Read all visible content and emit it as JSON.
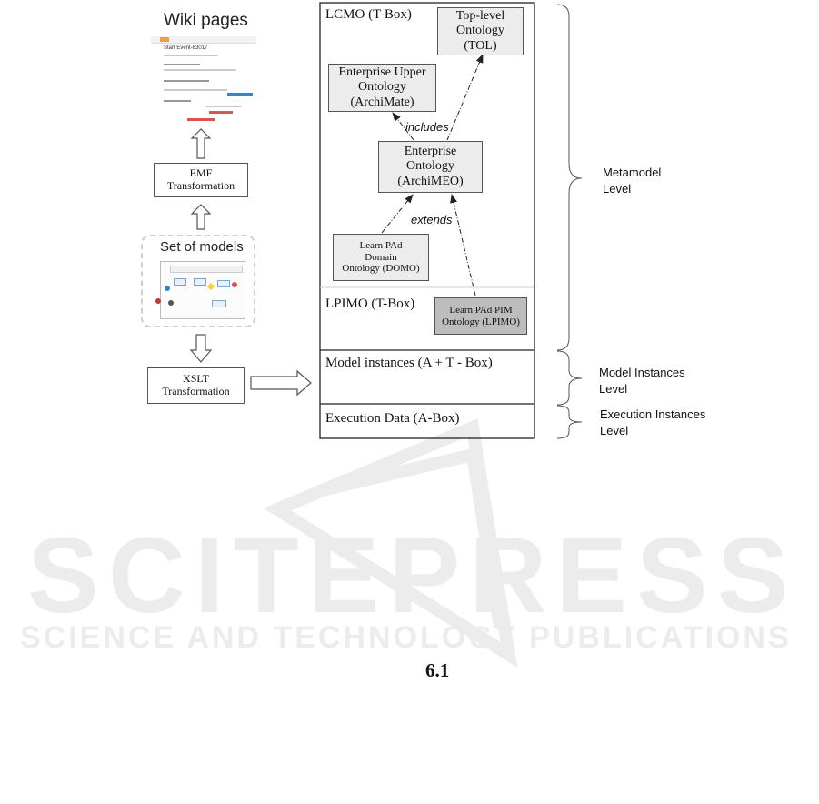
{
  "left": {
    "wiki_title": "Wiki pages",
    "wiki_page_heading": "Start Event-63017",
    "emf_box": "EMF\nTransformation",
    "models_title": "Set of models",
    "xslt_box": "XSLT\nTransformation"
  },
  "main": {
    "lcmo_label": "LCMO (T-Box)",
    "tol_box": "Top-level\nOntology\n(TOL)",
    "archimate_box": "Enterprise Upper\nOntology\n(ArchiMate)",
    "archimeo_box": "Enterprise\nOntology\n(ArchiMEO)",
    "domo_box": "Learn PAd\nDomain\nOntology (DOMO)",
    "lpimo_label": "LPIMO (T-Box)",
    "lpimo_box": "Learn PAd PIM\nOntology (LPIMO)",
    "includes_label": "includes",
    "extends_label": "extends",
    "model_instances_label": "Model instances (A + T - Box)",
    "execution_data_label": "Execution Data (A-Box)"
  },
  "levels": {
    "metamodel": "Metamodel\nLevel",
    "model_instances": "Model Instances\nLevel",
    "execution_instances": "Execution Instances\nLevel"
  },
  "watermark": {
    "main": "SCITEPRESS",
    "sub": "SCIENCE AND TECHNOLOGY PUBLICATIONS"
  },
  "section_number": "6.1"
}
